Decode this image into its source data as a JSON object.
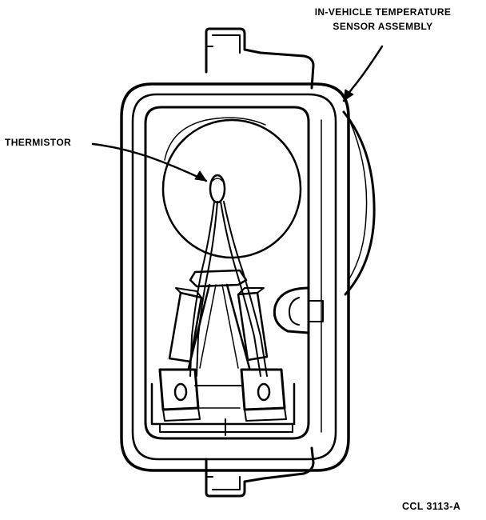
{
  "labels": {
    "assembly_line1": "IN-VEHICLE TEMPERATURE",
    "assembly_line2": "SENSOR ASSEMBLY",
    "thermistor": "THERMISTOR",
    "figure_code": "CCL 3113-A"
  },
  "colors": {
    "ink": "#000000",
    "paper": "#ffffff"
  }
}
